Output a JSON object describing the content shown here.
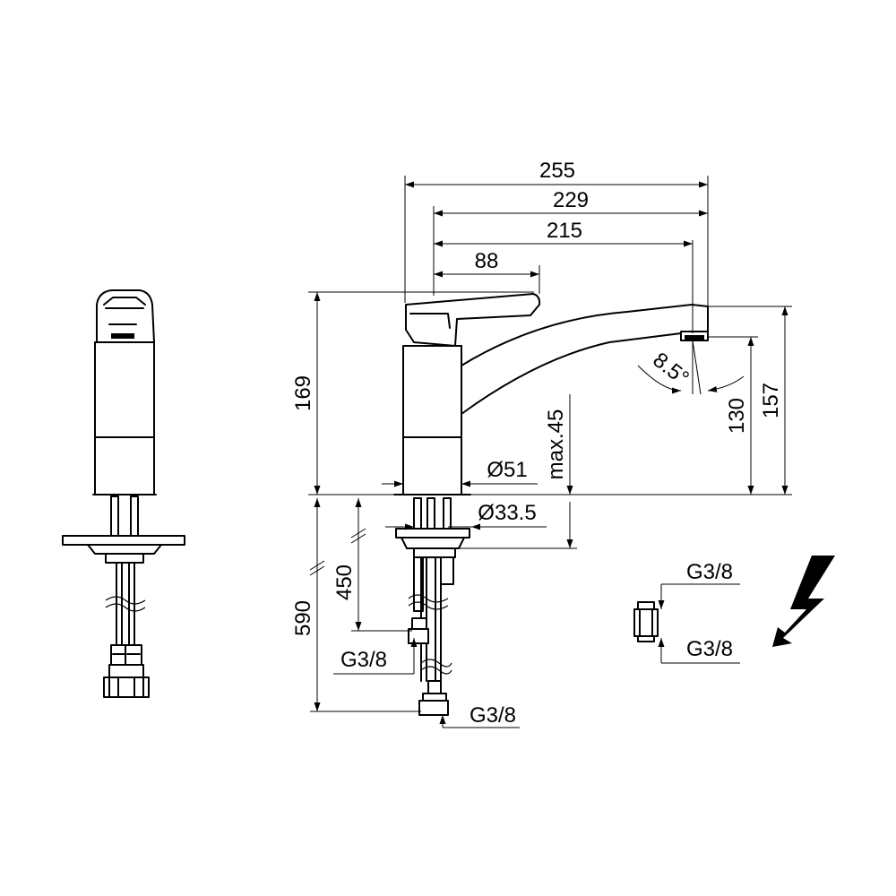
{
  "dimensions": {
    "width_overall": "255",
    "width_229": "229",
    "width_215": "215",
    "width_88": "88",
    "height_169": "169",
    "height_157": "157",
    "height_130": "130",
    "angle": "8.5°",
    "max_thickness": "max.45",
    "diameter_body": "Ø51",
    "diameter_shank": "Ø33.5",
    "hose_450": "450",
    "hose_590": "590"
  },
  "connections": {
    "hose_thread": "G3/8",
    "bottom_thread": "G3/8",
    "adapter_top": "G3/8",
    "adapter_bottom": "G3/8"
  },
  "symbols": {
    "lightning": "lightning-bolt-icon"
  }
}
